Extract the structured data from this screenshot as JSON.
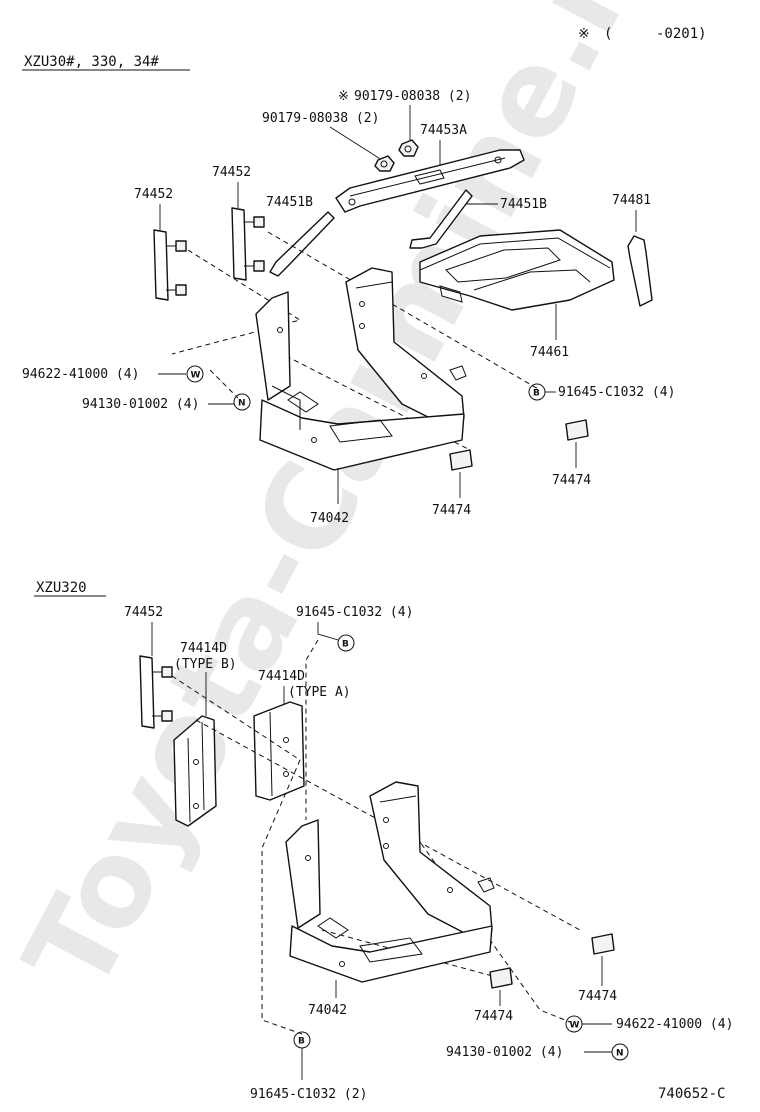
{
  "header": {
    "note_mark": "※",
    "note_range_left": "(",
    "note_range_right": "-0201)"
  },
  "watermark": "Toyota-Carmine.ru",
  "sections": {
    "top": {
      "model_label": "XZU30#, 330, 34#",
      "labels": {
        "bolt_note_mark": "※",
        "bolt_note": "90179-08038 (2)",
        "bolt": "90179-08038 (2)",
        "clamp_a": "74453A",
        "bracket_left": "74452",
        "bracket_mid": "74452",
        "rod_left": "74451B",
        "rod_right": "74451B",
        "cover_cap": "74481",
        "cover": "74461",
        "washer": "94622-41000 (4)",
        "nut": "94130-01002 (4)",
        "bolt_b": "91645-C1032 (4)",
        "pad_right": "74474",
        "pad_center": "74474",
        "carrier": "74042"
      },
      "symbols": {
        "washer": "W",
        "nut": "N",
        "bolt": "B"
      }
    },
    "bottom": {
      "model_label": "XZU320",
      "labels": {
        "bracket": "74452",
        "bolt_top": "91645-C1032 (4)",
        "support_b": "74414D",
        "support_b_type": "(TYPE B)",
        "support_a": "74414D",
        "support_a_type": "(TYPE A)",
        "pad_right": "74474",
        "pad_center": "74474",
        "carrier": "74042",
        "washer": "94622-41000 (4)",
        "nut": "94130-01002 (4)",
        "bolt_bottom": "91645-C1032 (2)"
      },
      "symbols": {
        "washer": "W",
        "nut": "N",
        "bolt_top": "B",
        "bolt_bottom": "B"
      }
    }
  },
  "figure_code": "740652-C"
}
